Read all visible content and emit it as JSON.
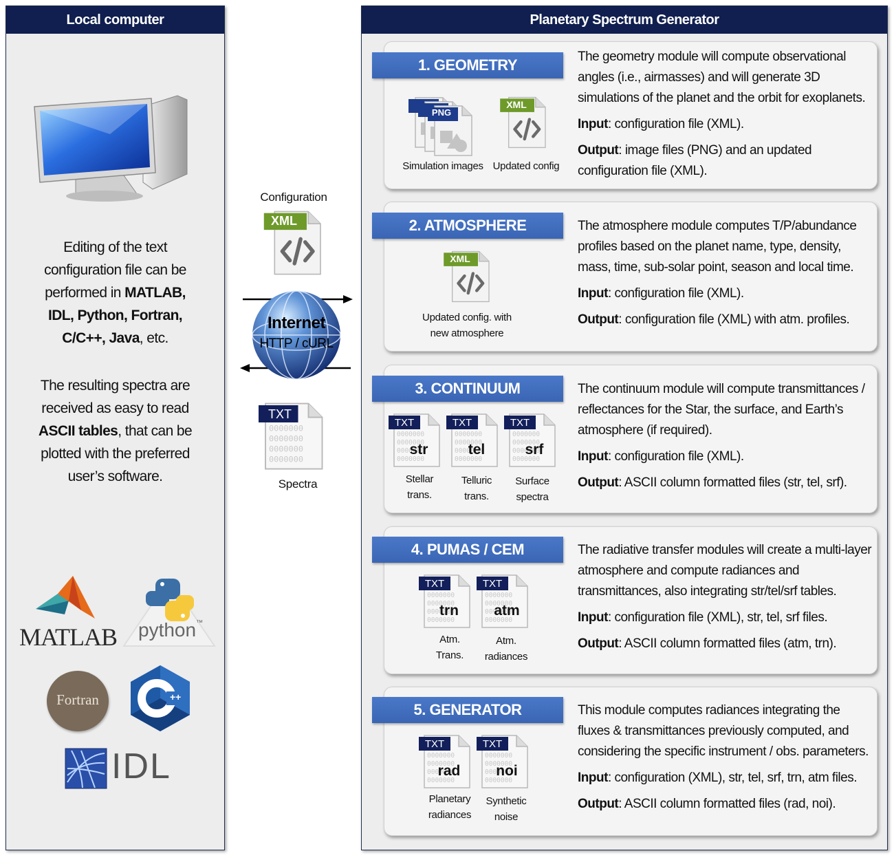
{
  "left": {
    "header": "Local computer",
    "para1_line1": "Editing of the text",
    "para1_line2": "configuration file can be",
    "para1_line3_pre": "performed in ",
    "para1_line3_bold": "MATLAB,",
    "para1_line4_bold": "IDL, Python, Fortran,",
    "para1_line5_bold": "C/C++, Java",
    "para1_line5_post": ", etc.",
    "para2_line1": "The resulting spectra are",
    "para2_line2": "received as easy to read",
    "para2_line3_bold": "ASCII tables",
    "para2_line3_post": ", that can be",
    "para2_line4": "plotted with the preferred",
    "para2_line5": "user’s software.",
    "logos": {
      "matlab": "MATLAB",
      "python": "python",
      "python_tm": "™",
      "fortran": "Fortran",
      "cpp": "C",
      "cpp_plus": "++",
      "idl": "IDL"
    }
  },
  "middle": {
    "config_label": "Configuration",
    "xml_tag": "XML",
    "globe_title": "Internet",
    "globe_sub": "HTTP / cURL",
    "txt_tag": "TXT",
    "spectra_label": "Spectra",
    "digits": "0000000"
  },
  "right": {
    "header": "Planetary Spectrum Generator",
    "modules": [
      {
        "title": "1. GEOMETRY",
        "desc": "The geometry module will compute observational angles (i.e., airmasses) and will generate 3D simulations of the planet and the orbit for exoplanets.",
        "input_label": "Input",
        "input_text": ": configuration file (XML).",
        "output_label": "Output",
        "output_text": ": image files (PNG) and an updated configuration file (XML).",
        "files": [
          {
            "tag": "PNG",
            "caption": "Simulation images"
          },
          {
            "tag": "XML",
            "caption": "Updated config"
          }
        ]
      },
      {
        "title": "2. ATMOSPHERE",
        "desc": "The  atmosphere module computes T/P/abundance profiles based on the planet name, type, density, mass, time, sub-solar point, season and local time.",
        "input_label": "Input",
        "input_text": ": configuration file (XML).",
        "output_label": "Output",
        "output_text": ": configuration file (XML) with atm. profiles.",
        "files": [
          {
            "tag": "XML",
            "caption1": "Updated config. with",
            "caption2": "new atmosphere"
          }
        ]
      },
      {
        "title": "3. CONTINUUM",
        "desc": "The continuum module will compute transmittances / reflectances for the Star, the surface, and Earth’s atmosphere (if required).",
        "input_label": "Input",
        "input_text": ": configuration file (XML).",
        "output_label": "Output",
        "output_text": ": ASCII column formatted files (str, tel, srf).",
        "files": [
          {
            "tag": "TXT",
            "code": "str",
            "caption1": "Stellar",
            "caption2": "trans."
          },
          {
            "tag": "TXT",
            "code": "tel",
            "caption1": "Telluric",
            "caption2": "trans."
          },
          {
            "tag": "TXT",
            "code": "srf",
            "caption1": "Surface",
            "caption2": "spectra"
          }
        ]
      },
      {
        "title": "4. PUMAS / CEM",
        "desc": "The radiative transfer modules will create a multi-layer atmosphere and compute radiances and transmittances, also integrating str/tel/srf tables.",
        "input_label": "Input",
        "input_text": ": configuration file (XML), str, tel, srf files.",
        "output_label": "Output",
        "output_text": ": ASCII column formatted files (atm, trn).",
        "files": [
          {
            "tag": "TXT",
            "code": "trn",
            "caption1": "Atm.",
            "caption2": "Trans."
          },
          {
            "tag": "TXT",
            "code": "atm",
            "caption1": "Atm.",
            "caption2": "radiances"
          }
        ]
      },
      {
        "title": "5. GENERATOR",
        "desc": "This module computes radiances integrating the fluxes & transmittances previously computed, and considering the specific instrument / obs. parameters.",
        "input_label": "Input",
        "input_text": ": configuration (XML), str, tel, srf, trn, atm files.",
        "output_label": "Output",
        "output_text": ": ASCII column formatted files (rad, noi).",
        "files": [
          {
            "tag": "TXT",
            "code": "rad",
            "caption1": "Planetary",
            "caption2": "radiances"
          },
          {
            "tag": "TXT",
            "code": "noi",
            "caption1": "Synthetic",
            "caption2": "noise"
          }
        ]
      }
    ]
  }
}
